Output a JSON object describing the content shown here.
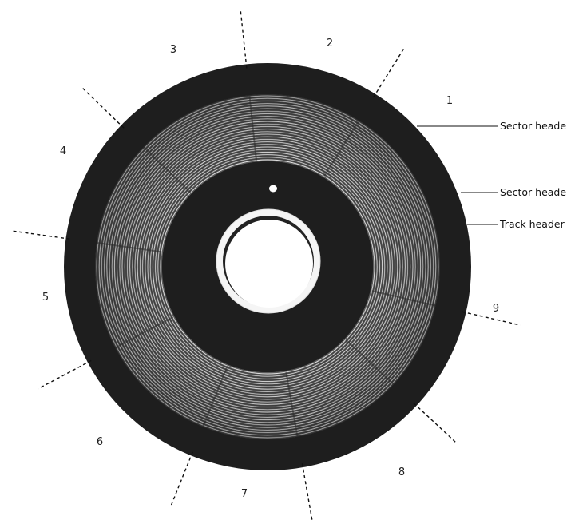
{
  "sector_numbers": [
    "1",
    "2",
    "3",
    "4",
    "5",
    "6",
    "7",
    "8",
    "9"
  ],
  "callouts": {
    "sector_header_1": "Sector header",
    "sector_header_2": "Sector header",
    "track_header": "Track header"
  },
  "colors": {
    "disk": "#1e1e1e",
    "tracks_light": "#f2f2f2",
    "tracks_dark": "#2a2a2a",
    "hub_ring": "#f5f5f5"
  }
}
